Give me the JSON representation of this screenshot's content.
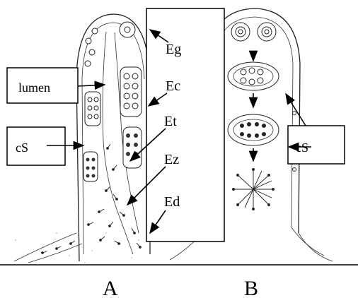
{
  "labels": {
    "Eg": "Eg",
    "Ec": "Ec",
    "Et": "Et",
    "Ez": "Ez",
    "Ed": "Ed",
    "lumen": "lumen",
    "cS_left": "cS",
    "cS_right": "cS",
    "panel_a": "A",
    "panel_b": "B"
  }
}
